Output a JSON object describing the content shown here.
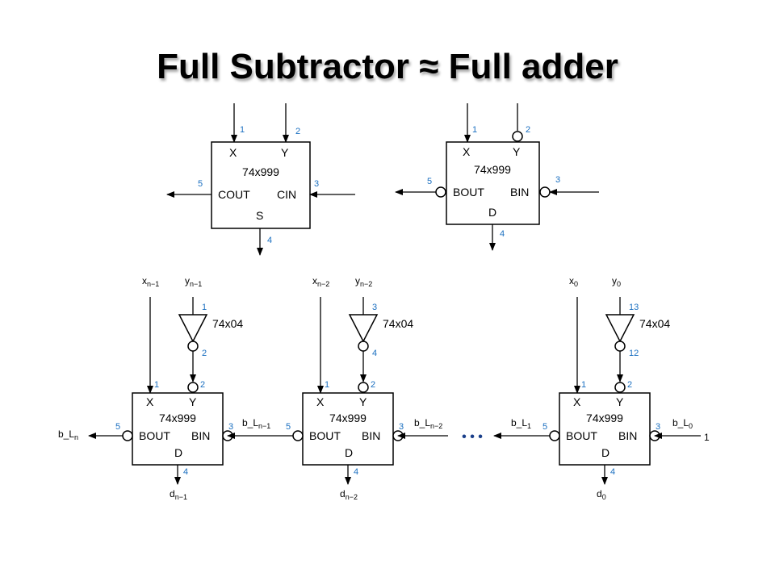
{
  "title": "Full Subtractor ≈ Full adder",
  "chip_name": "74x999",
  "inverter_name": "74x04",
  "adder": {
    "x_label": "X",
    "y_label": "Y",
    "cout_label": "COUT",
    "cin_label": "CIN",
    "s_label": "S",
    "pin_x": "1",
    "pin_y": "2",
    "pin_cout": "5",
    "pin_cin": "3",
    "pin_s": "4"
  },
  "subtractor": {
    "x_label": "X",
    "y_label": "Y",
    "bout_label": "BOUT",
    "bin_label": "BIN",
    "d_label": "D",
    "pin_x": "1",
    "pin_y": "2",
    "pin_bout": "5",
    "pin_bin": "3",
    "pin_d": "4"
  },
  "stages": [
    {
      "x_in": {
        "base": "x",
        "sub": "n−1"
      },
      "y_in": {
        "base": "y",
        "sub": "n−1"
      },
      "inv_in_pin": "1",
      "inv_out_pin": "2",
      "bout_sig": {
        "base": "b_L",
        "sub": "n"
      },
      "bin_sig": {
        "base": "b_L",
        "sub": "n−1"
      },
      "d_sig": {
        "base": "d",
        "sub": "n−1"
      }
    },
    {
      "x_in": {
        "base": "x",
        "sub": "n−2"
      },
      "y_in": {
        "base": "y",
        "sub": "n−2"
      },
      "inv_in_pin": "3",
      "inv_out_pin": "4",
      "bout_sig": {
        "base": "",
        "sub": ""
      },
      "bin_sig": {
        "base": "b_L",
        "sub": "n−2"
      },
      "d_sig": {
        "base": "d",
        "sub": "n−2"
      }
    },
    {
      "x_in": {
        "base": "x",
        "sub": "0"
      },
      "y_in": {
        "base": "y",
        "sub": "0"
      },
      "inv_in_pin": "13",
      "inv_out_pin": "12",
      "bout_sig": {
        "base": "b_L",
        "sub": "1"
      },
      "bin_sig": {
        "base": "b_L",
        "sub": "0"
      },
      "d_sig": {
        "base": "d",
        "sub": "0"
      }
    }
  ],
  "stage_pins": {
    "x": "1",
    "y": "2",
    "bout": "5",
    "bin": "3",
    "d": "4"
  },
  "stage_labels": {
    "x": "X",
    "y": "Y",
    "bout": "BOUT",
    "bin": "BIN",
    "d": "D"
  },
  "carry_in_value": "1",
  "ellipsis": "• • •"
}
